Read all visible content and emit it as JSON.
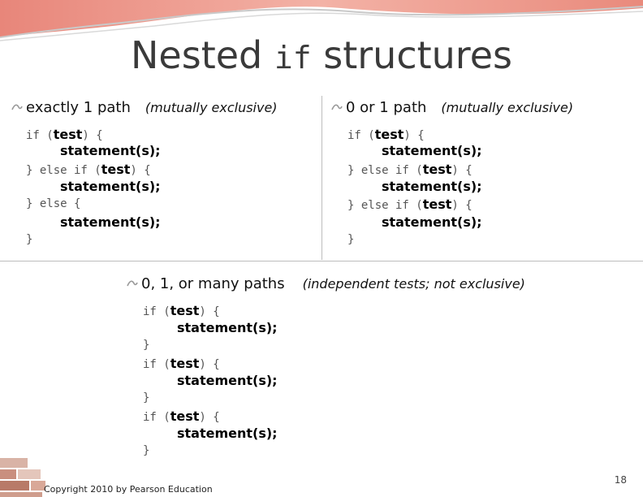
{
  "slide": {
    "title_start": "Nested ",
    "title_code": "if",
    "title_end": " structures",
    "page_number": "18",
    "copyright": "Copyright 2010 by Pearson Education"
  },
  "left": {
    "heading": "exactly 1 path",
    "note": "(mutually exclusive)",
    "code": [
      {
        "a": "if (",
        "b": "test",
        "c": ") {"
      },
      {
        "stmt": "statement(s);"
      },
      {
        "a": "} else if (",
        "b": "test",
        "c": ") {"
      },
      {
        "stmt": "statement(s);"
      },
      {
        "a": "} else {"
      },
      {
        "stmt": "statement(s);"
      },
      {
        "a": "}"
      }
    ]
  },
  "right": {
    "heading": "0 or 1 path",
    "note": "(mutually exclusive)",
    "code": [
      {
        "a": "if (",
        "b": "test",
        "c": ") {"
      },
      {
        "stmt": "statement(s);"
      },
      {
        "a": "} else if (",
        "b": "test",
        "c": ") {"
      },
      {
        "stmt": "statement(s);"
      },
      {
        "a": "} else if (",
        "b": "test",
        "c": ") {"
      },
      {
        "stmt": "statement(s);"
      },
      {
        "a": "}"
      }
    ]
  },
  "bottom": {
    "heading": "0, 1, or many paths",
    "note": "(independent tests; not exclusive)",
    "code": [
      {
        "a": "if (",
        "b": "test",
        "c": ") {"
      },
      {
        "stmt": "statement(s);"
      },
      {
        "a": "}"
      },
      {
        "a": "if (",
        "b": "test",
        "c": ") {"
      },
      {
        "stmt": "statement(s);"
      },
      {
        "a": "}"
      },
      {
        "a": "if (",
        "b": "test",
        "c": ") {"
      },
      {
        "stmt": "statement(s);"
      },
      {
        "a": "}"
      }
    ]
  },
  "colors": {
    "banner": "#e98a7c",
    "divider": "#bdbdbd",
    "title": "#3a3a3a",
    "bullet": "#9a9a9a"
  },
  "icons": {
    "bullet": "wave-bullet-icon",
    "bricks": "bricks-icon"
  }
}
